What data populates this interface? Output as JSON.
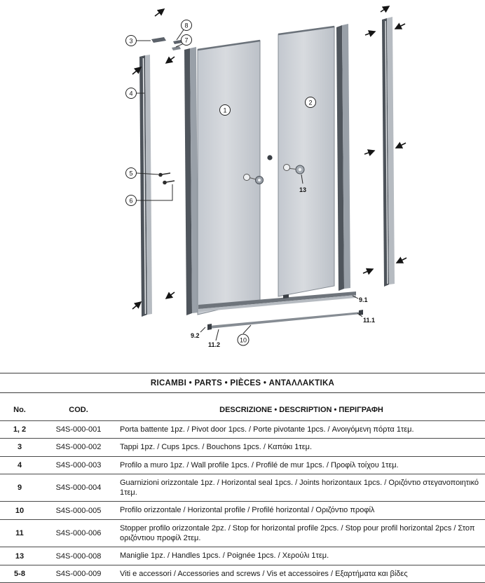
{
  "diagram": {
    "callouts": {
      "c1": "1",
      "c2": "2",
      "c3": "3",
      "c4": "4",
      "c5": "5",
      "c6": "6",
      "c7": "7",
      "c8": "8",
      "c10": "10",
      "c13": "13",
      "c9_1": "9.1",
      "c11_1": "11.1",
      "c9_2": "9.2",
      "c11_2": "11.2"
    }
  },
  "table": {
    "title": "RICAMBI • PARTS • PIÈCES • ΑΝΤΑΛΛΑΚΤΙΚΑ",
    "headers": {
      "no": "No.",
      "cod": "COD.",
      "desc": "DESCRIZIONE • DESCRIPTION • ΠΕΡΙΓΡΑΦΗ"
    },
    "rows": [
      {
        "no": "1, 2",
        "cod": "S4S-000-001",
        "desc": "Porta battente 1pz. / Pivot door 1pcs. / Porte pivotante 1pcs. / Ανοιγόμενη πόρτα 1τεμ."
      },
      {
        "no": "3",
        "cod": "S4S-000-002",
        "desc": "Tappi 1pz. / Cups 1pcs. / Bouchons 1pcs. / Καπάκι 1τεμ."
      },
      {
        "no": "4",
        "cod": "S4S-000-003",
        "desc": "Profilo a muro 1pz. / Wall profile 1pcs. / Profilé de mur 1pcs. / Προφίλ τοίχου 1τεμ."
      },
      {
        "no": "9",
        "cod": "S4S-000-004",
        "desc": "Guarnizioni orizzontale 1pz. / Horizontal seal 1pcs. / Joints horizontaux 1pcs. / Οριζόντιο στεγανοποιητικό 1τεμ."
      },
      {
        "no": "10",
        "cod": "S4S-000-005",
        "desc": "Profilo orizzontale / Horizontal profile / Profilé horizontal / Οριζόντιο προφίλ"
      },
      {
        "no": "11",
        "cod": "S4S-000-006",
        "desc": "Stopper profilo orizzontale 2pz. / Stop for horizontal profile 2pcs. / Stop pour profil horizontal 2pcs / Στοπ οριζόντιου προφίλ 2τεμ."
      },
      {
        "no": "13",
        "cod": "S4S-000-008",
        "desc": "Maniglie 1pz. / Handles 1pcs. / Poignée 1pcs. / Χερούλι 1τεμ."
      },
      {
        "no": "5-8",
        "cod": "S4S-000-009",
        "desc": "Viti e accessori / Accessories and screws / Vis et accessoires / Εξαρτήματα και βίδες"
      }
    ]
  }
}
